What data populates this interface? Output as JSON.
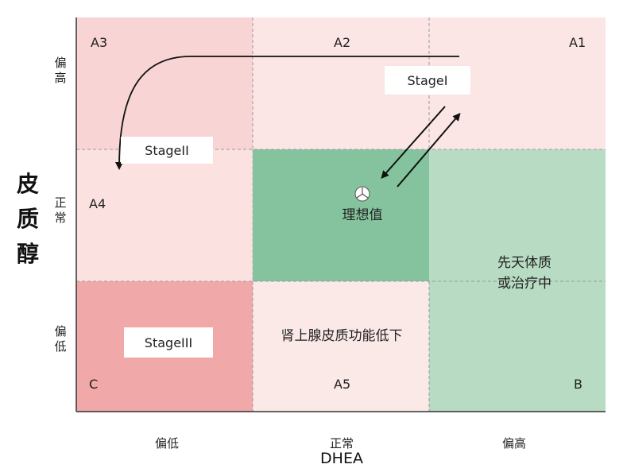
{
  "y_axis": {
    "title": "皮质醇",
    "levels": {
      "high": "偏高",
      "normal": "正常",
      "low": "偏低"
    }
  },
  "x_axis": {
    "title": "DHEA",
    "levels": {
      "low": "偏低",
      "normal": "正常",
      "high": "偏高"
    }
  },
  "zones": {
    "a1": "A1",
    "a2": "A2",
    "a3": "A3",
    "a4": "A4",
    "a5": "A5",
    "b": "B",
    "c": "C"
  },
  "stages": {
    "stage1": "StageI",
    "stage2": "StageII",
    "stage3": "StageIII"
  },
  "center": {
    "ideal": "理想值"
  },
  "cells": {
    "b_region": [
      "先天体质",
      "或治疗中"
    ],
    "a5_region": "肾上腺皮质功能低下"
  },
  "colors": {
    "top_light": "#fbe6e5",
    "top_left": "#f8d4d4",
    "middle_left": "#fbe4e3",
    "ideal": "#84c39d",
    "right_green": "#b7dcc3",
    "bottom_left": "#f0a8a8",
    "bottom_middle": "#fbe9e8"
  }
}
